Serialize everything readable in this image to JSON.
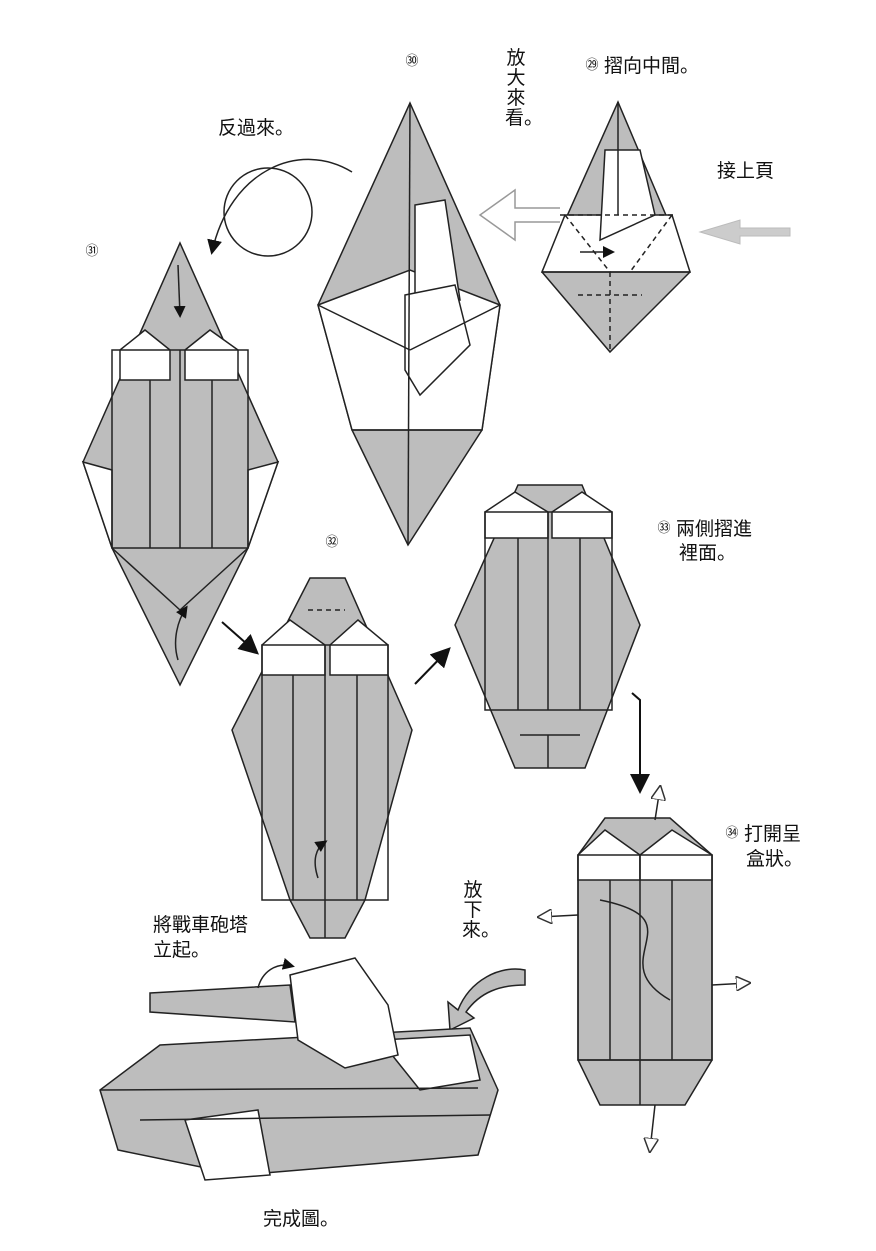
{
  "colors": {
    "paper": "#bdbdbd",
    "line": "#222222",
    "white": "#ffffff",
    "arrow_gray": "#cccccc"
  },
  "steps": {
    "s29": {
      "number": "㉙",
      "caption": "摺向中間。"
    },
    "s30": {
      "number": "㉚",
      "caption": "放大來看。"
    },
    "s31": {
      "number": "㉛"
    },
    "s32": {
      "number": "㉜"
    },
    "s33": {
      "number": "㉝",
      "caption_line1": "兩側摺進",
      "caption_line2": "裡面。"
    },
    "s34": {
      "number": "㉞",
      "caption_line1": "打開呈",
      "caption_line2": "盒狀。"
    }
  },
  "notes": {
    "continue_from_previous": "接上頁",
    "turn_over": "反過來。",
    "put_down": "放下來。",
    "raise_turret_line1": "將戰車砲塔",
    "raise_turret_line2": "立起。",
    "finished": "完成圖。"
  }
}
